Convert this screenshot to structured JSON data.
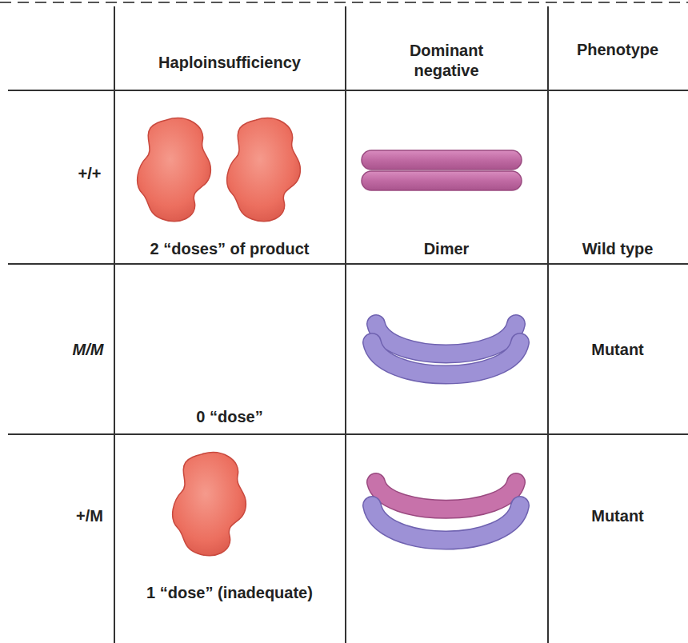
{
  "diagram": {
    "labels": [
      "Haploinsufficiency",
      "Dominant negative",
      "Phenotype",
      "+/+",
      "2 “doses” of product",
      "Dimer",
      "Wild type",
      "M/M",
      "0 “dose”",
      "Mutant",
      "+/M",
      "1 “dose” (inadequate)",
      "Mutant"
    ]
  }
}
